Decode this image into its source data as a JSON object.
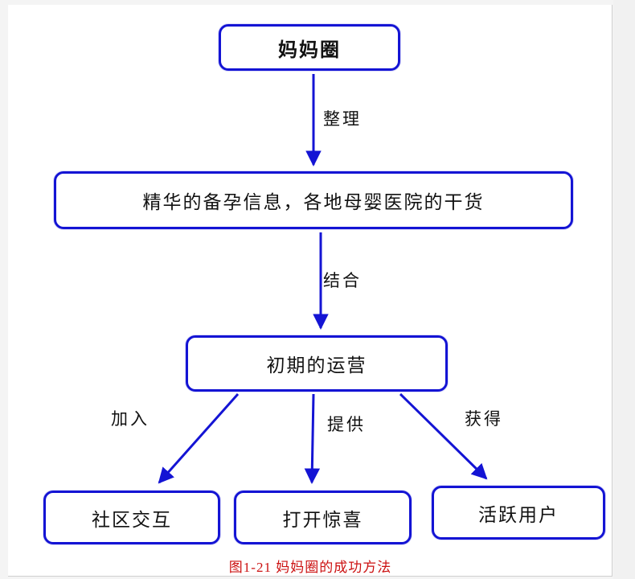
{
  "figure": {
    "caption": "图1-21 妈妈圈的成功方法"
  },
  "nodes": {
    "root": {
      "label": "妈妈圈"
    },
    "info": {
      "label": "精华的备孕信息，各地母婴医院的干货"
    },
    "operation": {
      "label": "初期的运营"
    },
    "community": {
      "label": "社区交互"
    },
    "surprise": {
      "label": "打开惊喜"
    },
    "users": {
      "label": "活跃用户"
    }
  },
  "edges": {
    "organize": {
      "label": "整理"
    },
    "combine": {
      "label": "结合"
    },
    "join": {
      "label": "加入"
    },
    "provide": {
      "label": "提供"
    },
    "obtain": {
      "label": "获得"
    }
  },
  "colors": {
    "node_border": "#1414d4",
    "arrow": "#1414d4",
    "caption": "#cc1111",
    "text": "#111111"
  }
}
